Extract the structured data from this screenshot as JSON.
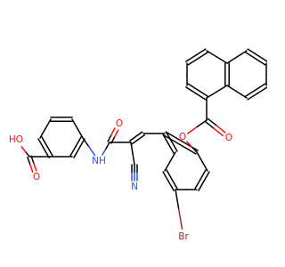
{
  "molecule": {
    "atoms": [
      {
        "id": "O_acid_carbonyl",
        "symbol": "O"
      },
      {
        "id": "OH_acid",
        "symbol": "HO"
      },
      {
        "id": "N_amide",
        "symbol": "NH"
      },
      {
        "id": "O_amide",
        "symbol": "O"
      },
      {
        "id": "N_nitrile",
        "symbol": "N"
      },
      {
        "id": "O_ester",
        "symbol": "O"
      },
      {
        "id": "O_ester_carbonyl",
        "symbol": "O"
      },
      {
        "id": "Br",
        "symbol": "Br"
      }
    ]
  },
  "colors": {
    "carbon_bond": "#000000",
    "oxygen": "#ff0d0d",
    "nitrogen": "#3050f8",
    "bromine": "#a62929"
  }
}
